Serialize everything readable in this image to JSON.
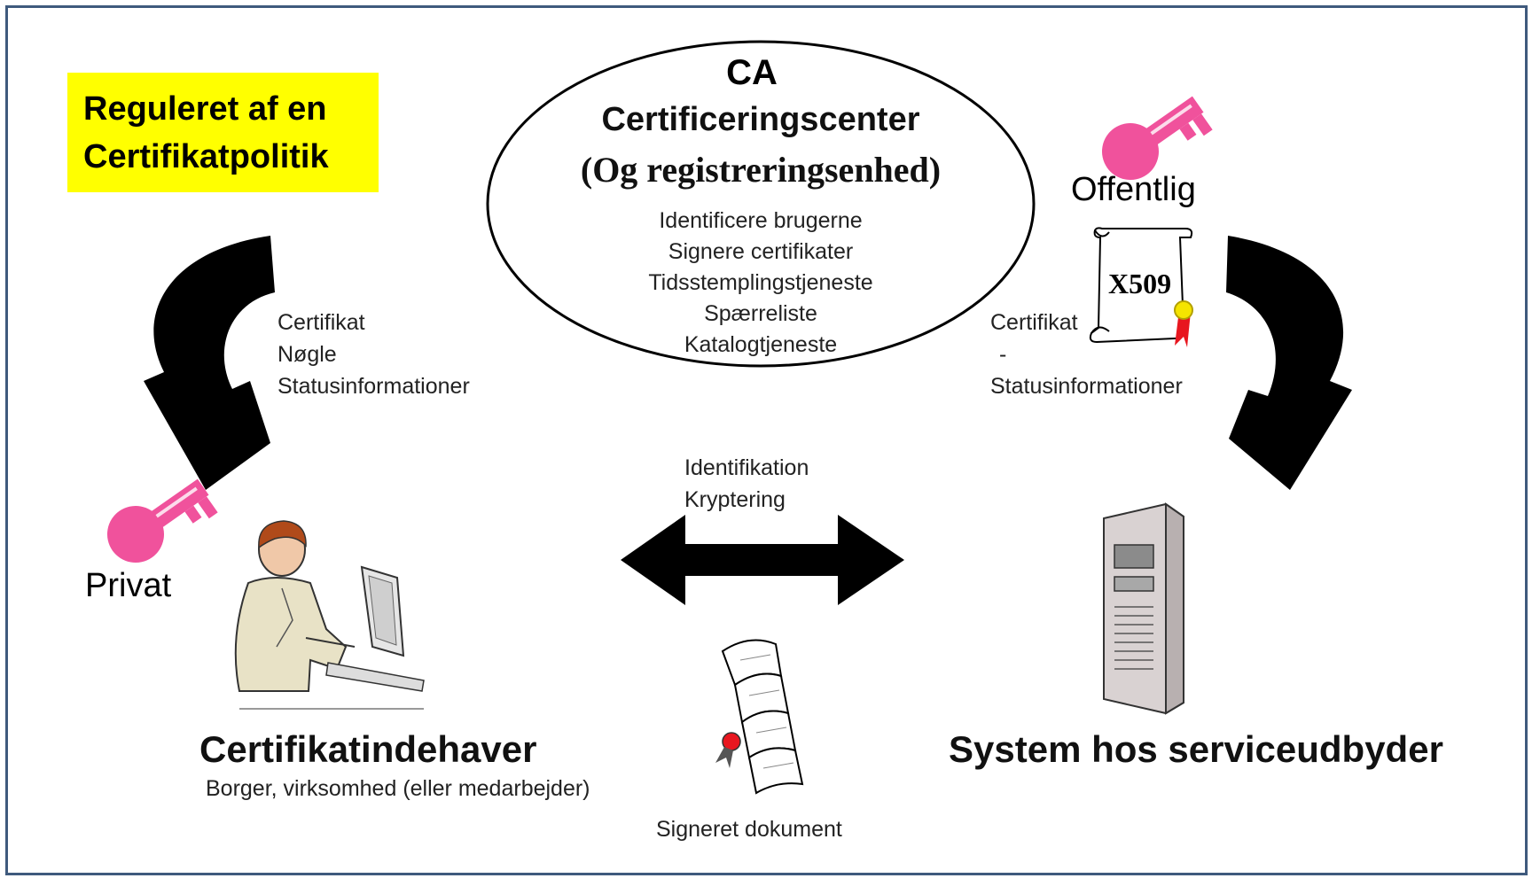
{
  "policy_box": {
    "line1": "Reguleret af en",
    "line2": "Certifikatpolitik"
  },
  "ca": {
    "title": "CA",
    "subtitle": "Certificeringscenter",
    "subtitle2": "(Og registreringsenhed)",
    "tasks": [
      "Identificere brugerne",
      "Signere certifikater",
      "Tidsstemplingstjeneste",
      "Spærreliste",
      "Katalogtjeneste"
    ]
  },
  "left_flow": {
    "items": [
      "Certifikat",
      "Nøgle",
      "Statusinformationer"
    ]
  },
  "right_flow": {
    "items": [
      "Certifikat",
      "-",
      "Statusinformationer"
    ]
  },
  "certificate_scroll": {
    "label": "X509"
  },
  "keys": {
    "public_label": "Offentlig",
    "private_label": "Privat"
  },
  "middle_flow": {
    "items": [
      "Identifikation",
      "Kryptering"
    ]
  },
  "holder": {
    "title": "Certifikatindehaver",
    "subtitle": "Borger, virksomhed (eller medarbejder)"
  },
  "server": {
    "title": "System hos serviceudbyder"
  },
  "document": {
    "label": "Signeret dokument"
  },
  "colors": {
    "key_pink": "#f0529c",
    "frame_border": "#3f5a7d",
    "policy_bg": "#ffff00",
    "ribbon_red": "#e8161f"
  }
}
